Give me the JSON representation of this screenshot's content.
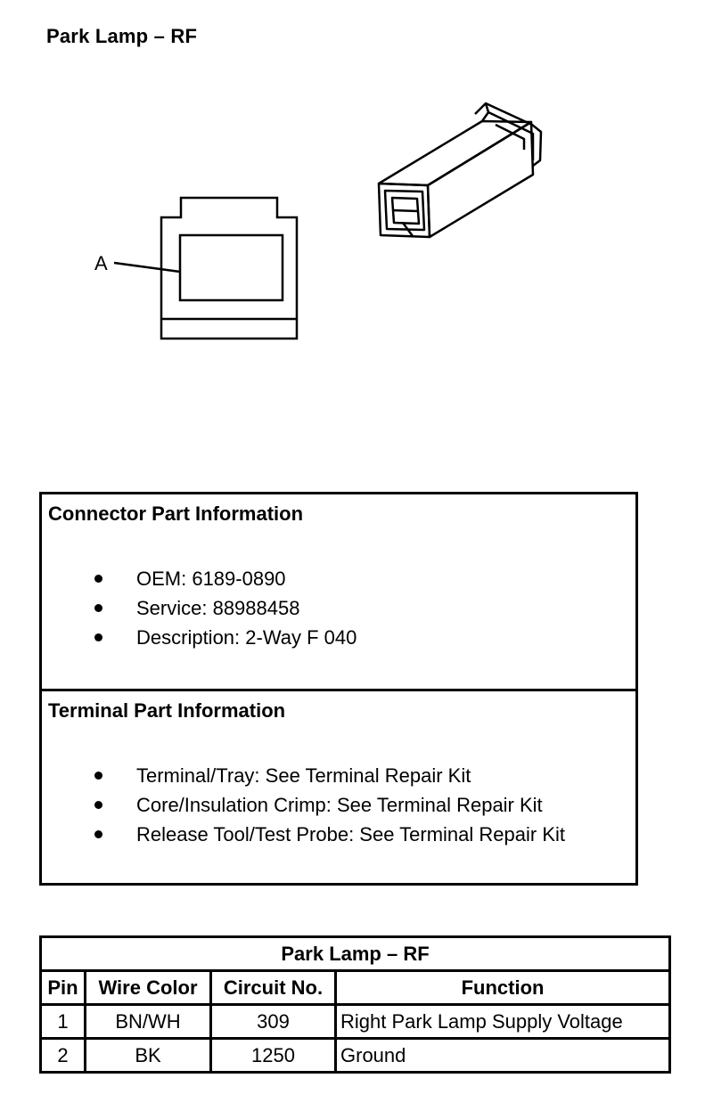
{
  "page": {
    "title": "Park Lamp – RF"
  },
  "drawing": {
    "callout_label": "A"
  },
  "connector_info": {
    "title": "Connector Part Information",
    "items": [
      "OEM: 6189-0890",
      "Service: 88988458",
      "Description: 2-Way F 040"
    ]
  },
  "terminal_info": {
    "title": "Terminal Part Information",
    "items": [
      "Terminal/Tray: See Terminal Repair Kit",
      "Core/Insulation Crimp: See Terminal Repair Kit",
      "Release Tool/Test Probe: See Terminal Repair Kit"
    ]
  },
  "pin_table": {
    "title": "Park Lamp – RF",
    "headers": [
      "Pin",
      "Wire Color",
      "Circuit No.",
      "Function"
    ],
    "rows": [
      [
        "1",
        "BN/WH",
        "309",
        "Right Park Lamp Supply Voltage"
      ],
      [
        "2",
        "BK",
        "1250",
        "Ground"
      ]
    ]
  }
}
